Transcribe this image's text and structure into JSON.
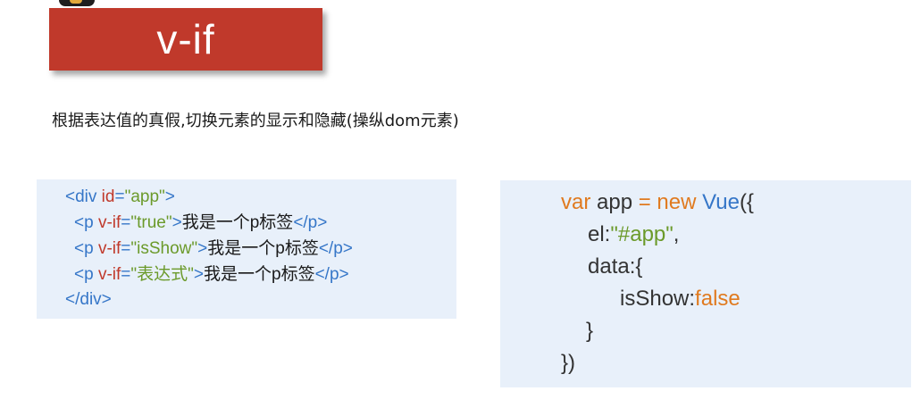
{
  "slide": {
    "title": "v-if",
    "description": "根据表达值的真假,切换元素的显示和隐藏(操纵dom元素)"
  },
  "html_code": {
    "line1": {
      "open": "<div ",
      "attr": "id",
      "eq": "=",
      "value": "\"app\"",
      "close": ">"
    },
    "line2": {
      "open": "<p ",
      "attr": "v-if",
      "eq": "=",
      "value": "\"true\"",
      "close": ">",
      "text": "我是一个p标签",
      "end": "</p>"
    },
    "line3": {
      "open": "<p ",
      "attr": "v-if",
      "eq": "=",
      "value": "\"isShow\"",
      "close": ">",
      "text": "我是一个p标签",
      "end": "</p>"
    },
    "line4": {
      "open": "<p ",
      "attr": "v-if",
      "eq": "=",
      "value": "\"表达式\"",
      "close": ">",
      "text": "我是一个p标签",
      "end": "</p>"
    },
    "line5": {
      "end": "</div>"
    }
  },
  "js_code": {
    "line1": {
      "kw_var": "var",
      "name": " app ",
      "op": "=",
      "kw_new": " new ",
      "cls": "Vue",
      "paren": "({"
    },
    "line2": {
      "key": "el:",
      "value": "\"#app\"",
      "comma": ","
    },
    "line3": {
      "key": "data:{"
    },
    "line4": {
      "key": "isShow:",
      "value": "false"
    },
    "line5": {
      "text": "}"
    },
    "line6": {
      "text": "})"
    }
  }
}
